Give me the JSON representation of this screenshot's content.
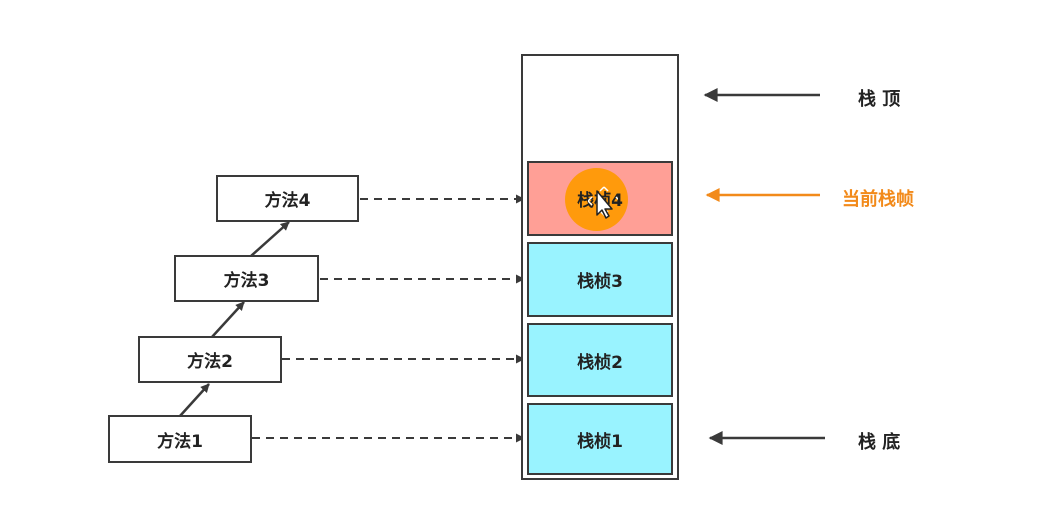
{
  "methods": [
    "方法1",
    "方法2",
    "方法3",
    "方法4"
  ],
  "frames": [
    "栈桢1",
    "栈桢2",
    "栈桢3",
    "栈桢4"
  ],
  "labels": {
    "top": "栈 顶",
    "current": "当前栈帧",
    "bottom": "栈 底"
  },
  "colors": {
    "frame_fill": "#99f3ff",
    "current_frame_fill": "#ff9f96",
    "current_label": "#f28a1a",
    "cursor_highlight": "#ff9900",
    "line": "#3a3a3a"
  }
}
